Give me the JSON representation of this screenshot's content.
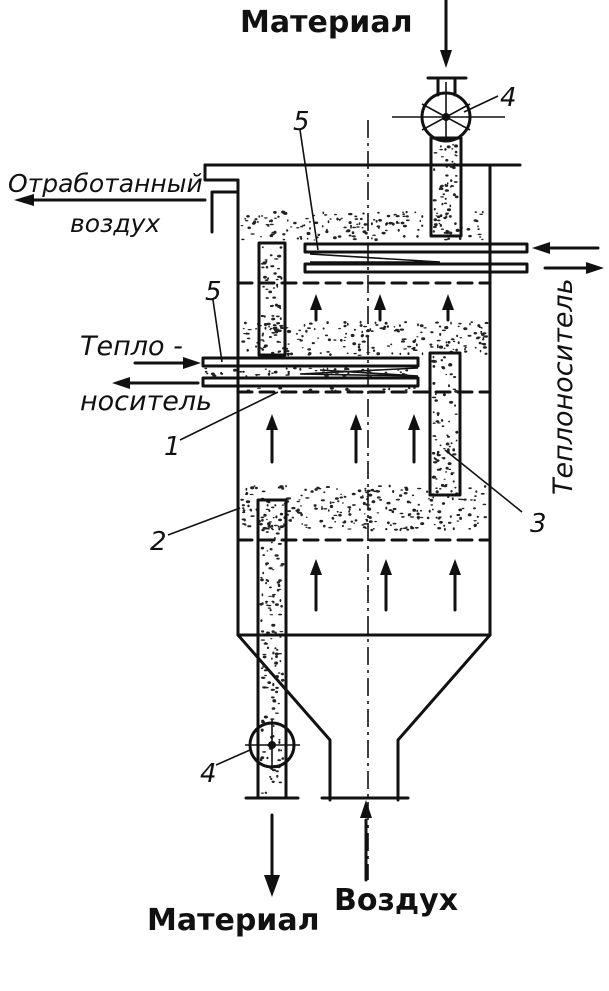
{
  "labels": {
    "material_in": "Материал",
    "material_out": "Материал",
    "air_in": "Воздух",
    "exhaust_air_line1": "Отработанный",
    "exhaust_air_line2": "воздух",
    "heat_carrier_left_line1": "Тепло -",
    "heat_carrier_left_line2": "носитель",
    "heat_carrier_right": "Теплоноситель"
  },
  "callouts": {
    "n1": "1",
    "n2": "2",
    "n3": "3",
    "n4_top": "4",
    "n4_bottom": "4",
    "n5_top": "5",
    "n5_left": "5"
  },
  "colors": {
    "ink": "#111111",
    "background": "#ffffff"
  }
}
